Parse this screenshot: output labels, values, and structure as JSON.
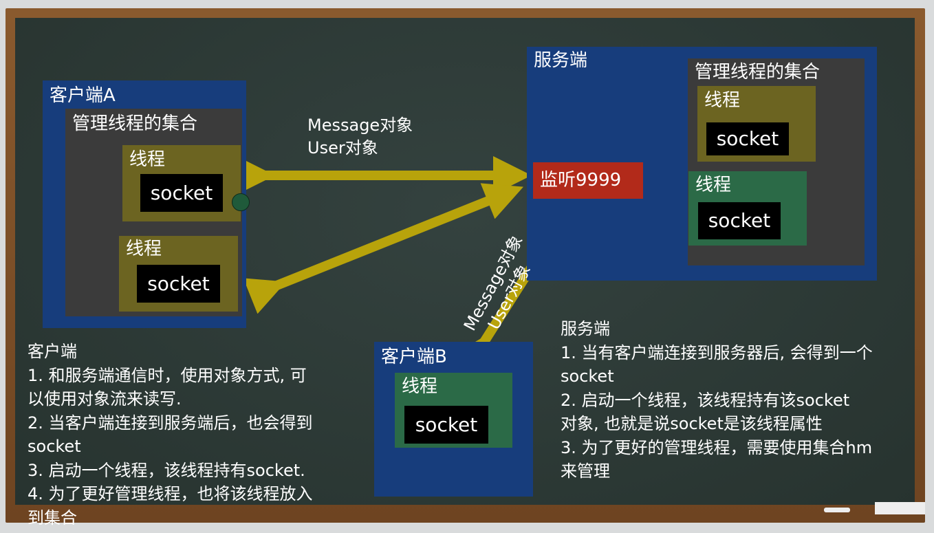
{
  "client_a": {
    "title": "客户端A",
    "collection": "管理线程的集合",
    "threads": [
      {
        "label": "线程",
        "socket": "socket"
      },
      {
        "label": "线程",
        "socket": "socket"
      }
    ]
  },
  "server": {
    "title": "服务端",
    "collection": "管理线程的集合",
    "listen": "监听9999",
    "threads": [
      {
        "label": "线程",
        "socket": "socket"
      },
      {
        "label": "线程",
        "socket": "socket"
      }
    ]
  },
  "client_b": {
    "title": "客户端B",
    "thread": {
      "label": "线程",
      "socket": "socket"
    }
  },
  "arrow_labels": {
    "top": [
      "Message对象",
      "User对象"
    ],
    "diagonal": [
      "Message对象",
      "User对象"
    ]
  },
  "client_notes": {
    "title": "客户端",
    "lines": [
      "1. 和服务端通信时，使用对象方式, 可",
      "以使用对象流来读写.",
      "2. 当客户端连接到服务端后，也会得到",
      "socket",
      "3. 启动一个线程，该线程持有socket.",
      "4. 为了更好管理线程，也将该线程放入",
      "到集合"
    ]
  },
  "server_notes": {
    "title": "服务端",
    "lines": [
      "1. 当有客户端连接到服务器后, 会得到一个",
      "socket",
      "2. 启动一个线程，该线程持有该socket",
      "对象, 也就是说socket是该线程属性",
      "3. 为了更好的管理线程，需要使用集合hm",
      "来管理"
    ]
  },
  "colors": {
    "board": "#2d3b39",
    "box_blue": "#173d7c",
    "thread_olive": "#6c6421",
    "thread_green": "#2b6a47",
    "listen_red": "#b22a1a",
    "arrow_gold": "#b8a30b",
    "arrow_yellow": "#f4e41c"
  }
}
